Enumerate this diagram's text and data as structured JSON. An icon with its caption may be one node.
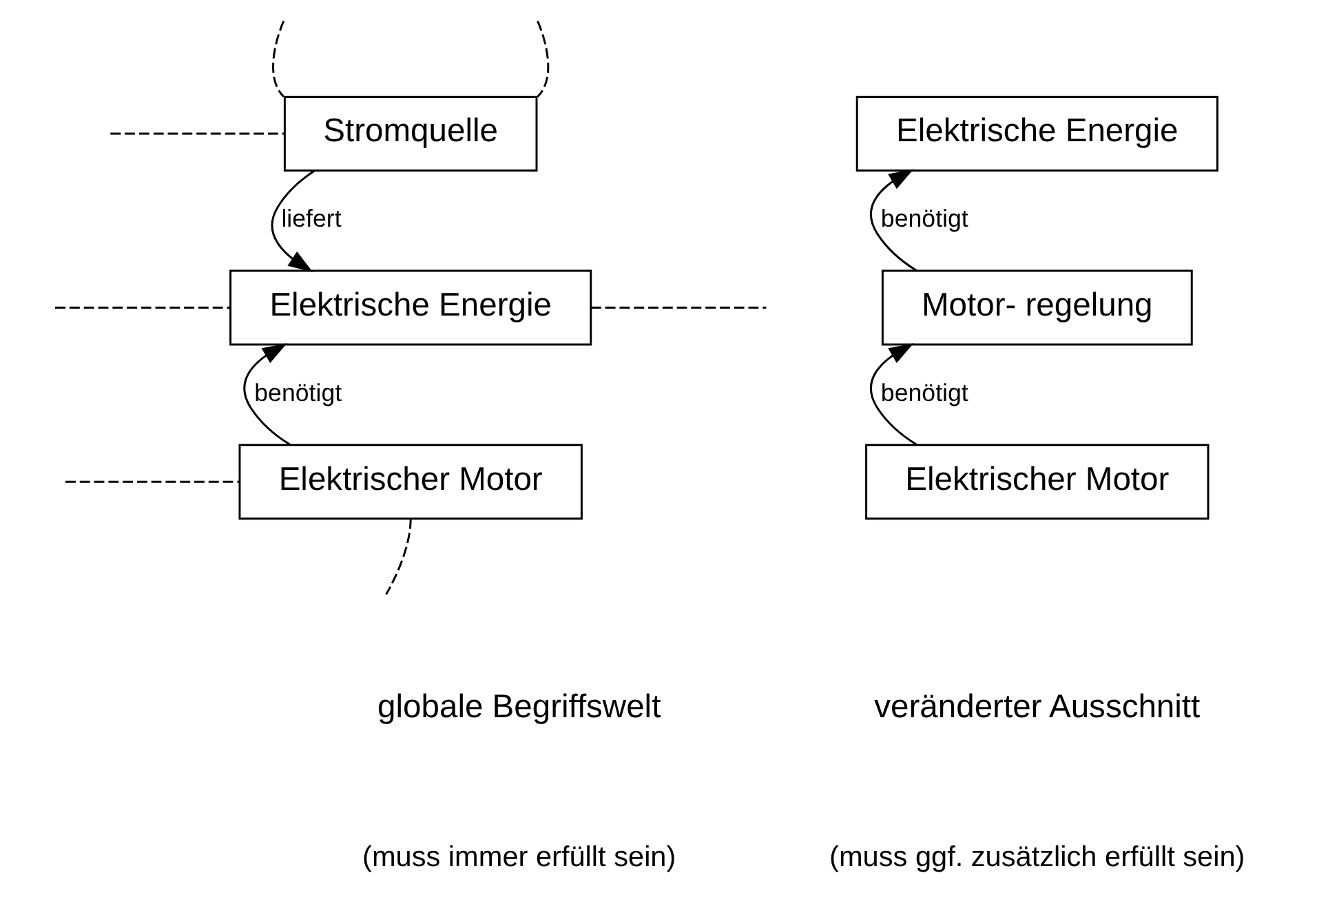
{
  "diagram": {
    "nodes": [
      {
        "text": [
          "Stromquelle"
        ]
      },
      {
        "text": [
          "Elektrische Energie"
        ]
      },
      {
        "text": [
          "Elektrischer Motor"
        ]
      },
      {
        "text": [
          "Elektrische Energie"
        ]
      },
      {
        "text": [
          "Motor- regelung"
        ]
      },
      {
        "text": [
          "Elektrischer Motor"
        ]
      }
    ],
    "edges": [
      {
        "from": 0,
        "to": 1,
        "arrow": "to",
        "label": "liefert"
      },
      {
        "from": 2,
        "to": 1,
        "arrow": "to",
        "label": "benötigt"
      },
      {
        "from": 5,
        "to": 4,
        "arrow": "to",
        "label": "benötigt"
      },
      {
        "from": 4,
        "to": 3,
        "arrow": "to",
        "label": "benötigt"
      },
      {
        "from": 0,
        "to": null,
        "arrow": "none",
        "style": "dashed"
      },
      {
        "from": 0,
        "to": null,
        "arrow": "none",
        "style": "dashed"
      },
      {
        "from": 0,
        "to": null,
        "arrow": "none",
        "style": "dashed"
      },
      {
        "from": 1,
        "to": null,
        "arrow": "none",
        "style": "dashed"
      },
      {
        "from": 1,
        "to": null,
        "arrow": "none",
        "style": "dashed"
      },
      {
        "from": 2,
        "to": null,
        "arrow": "none",
        "style": "dashed"
      },
      {
        "from": 2,
        "to": null,
        "arrow": "none",
        "style": "dashed"
      }
    ],
    "labels": [
      "globale Begriffswelt",
      "(muss immer erfüllt sein)",
      "veränderter Ausschnitt",
      "(muss ggf. zusätzlich erfüllt sein)"
    ]
  }
}
